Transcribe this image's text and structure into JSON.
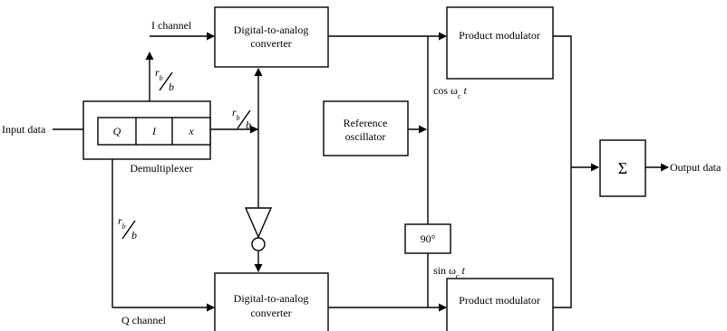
{
  "blocks": {
    "dac_top": [
      "Digital-to-analog",
      "converter"
    ],
    "dac_bottom": [
      "Digital-to-analog",
      "converter"
    ],
    "prod_top": "Product modulator",
    "prod_bottom": "Product modulator",
    "ref_osc": [
      "Reference",
      "oscillator"
    ],
    "phase_shift": "90°",
    "summer": "Σ",
    "demux": "Demultiplexer"
  },
  "demux_cells": [
    "Q",
    "I",
    "x"
  ],
  "labels": {
    "input": "Input data",
    "output": "Output data",
    "i_channel": "I channel",
    "q_channel": "Q channel",
    "cos": "cos ω",
    "sin": "sin ω",
    "rate_num": "r",
    "rate_sub": "b",
    "rate_den": "b"
  }
}
